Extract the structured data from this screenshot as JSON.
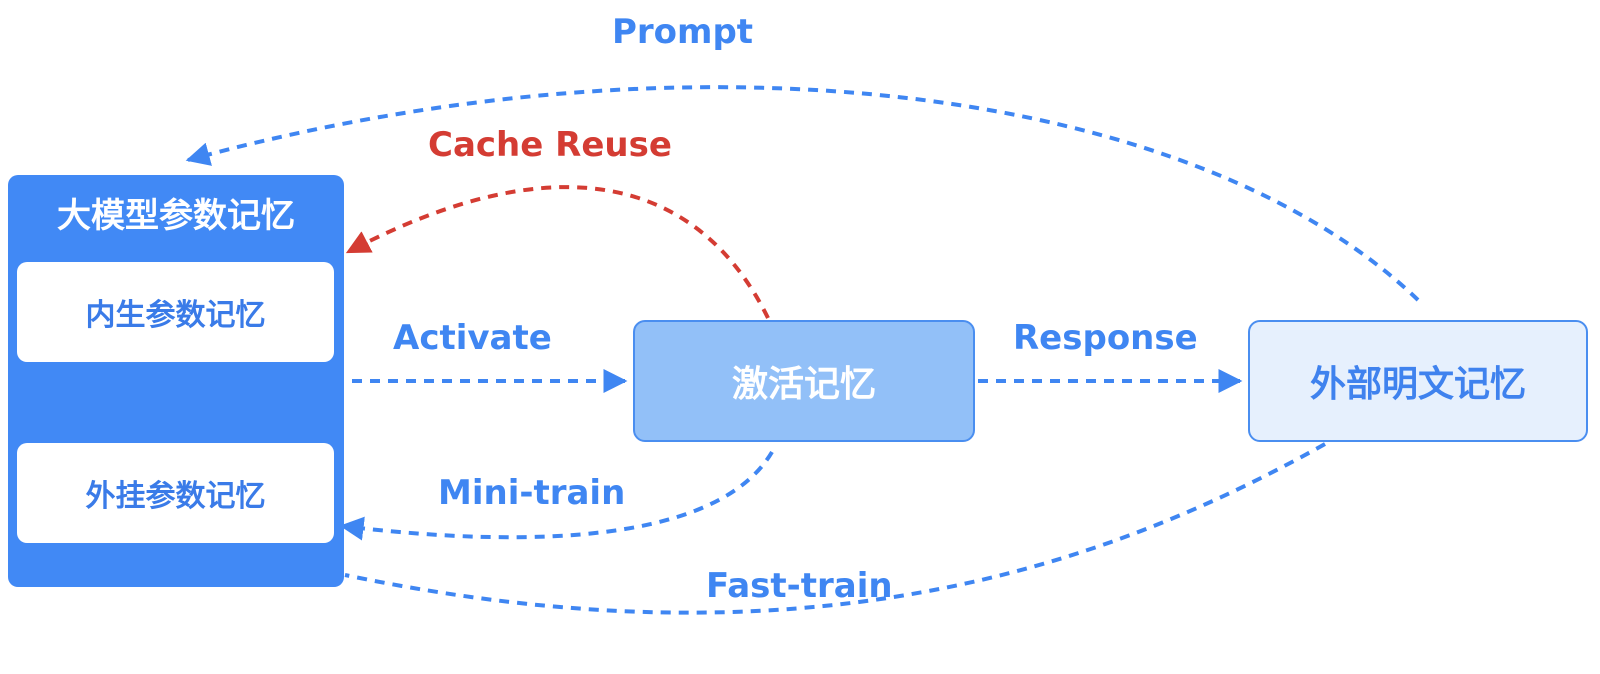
{
  "nodes": {
    "param_memory": {
      "title": "大模型参数记忆",
      "inner_native": "内生参数记忆",
      "inner_plugin": "外挂参数记忆"
    },
    "activated_memory": "激活记忆",
    "external_memory": "外部明文记忆"
  },
  "edges": {
    "prompt": "Prompt",
    "cache_reuse": "Cache Reuse",
    "activate": "Activate",
    "response": "Response",
    "mini_train": "Mini-train",
    "fast_train": "Fast-train"
  },
  "colors": {
    "blue": "#3f86f2",
    "red": "#d43c33",
    "param_fill": "#4189f5",
    "activated_fill": "#92c0f8",
    "external_fill": "#e6f0fd"
  }
}
